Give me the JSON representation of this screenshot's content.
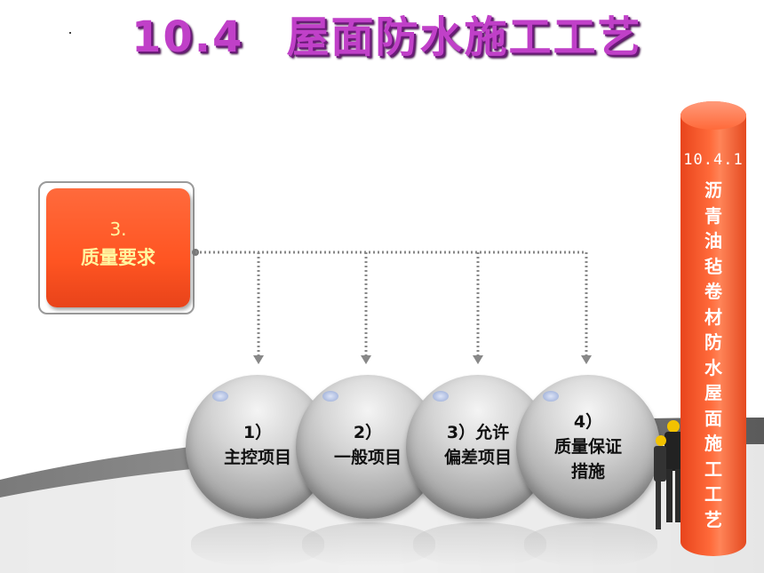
{
  "title": {
    "number": "10.4",
    "text": "屋面防水施工工艺"
  },
  "requirement": {
    "number": "3.",
    "label": "质量要求"
  },
  "items": [
    {
      "line1": "1）",
      "line2": "主控项目",
      "line3": ""
    },
    {
      "line1": "2）",
      "line2": "一般项目",
      "line3": ""
    },
    {
      "line1": "3）允许",
      "line2": "偏差项目",
      "line3": ""
    },
    {
      "line1": "4）",
      "line2": "质量保证",
      "line3": "措施"
    }
  ],
  "pillar": {
    "code": "10.4.1",
    "text": "沥青油毡卷材防水屋面施工工艺"
  },
  "colors": {
    "title": "#c040c8",
    "accent": "#ff5522",
    "req_text": "#fff7a0"
  }
}
